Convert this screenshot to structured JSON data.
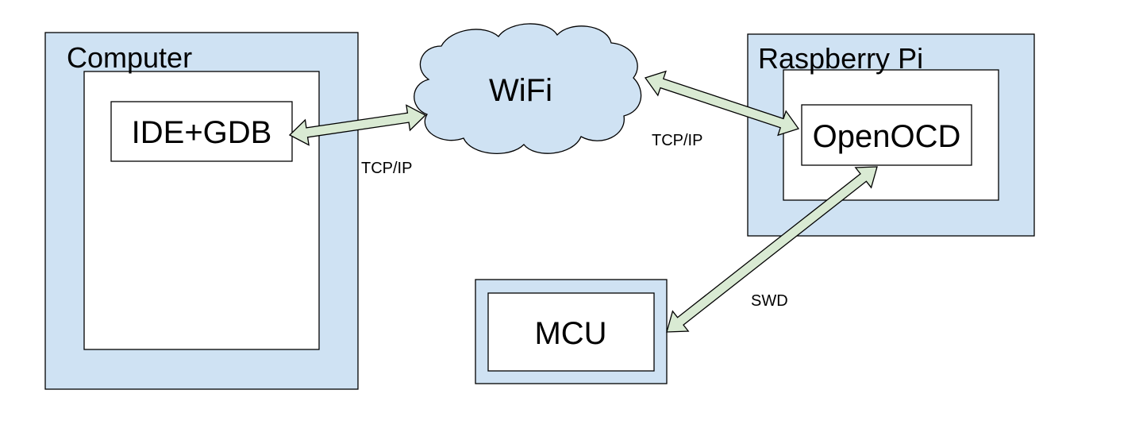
{
  "nodes": {
    "computer": {
      "label": "Computer"
    },
    "ide": {
      "label": "IDE+GDB"
    },
    "wifi": {
      "label": "WiFi"
    },
    "raspberry": {
      "label": "Raspberry Pi"
    },
    "openocd": {
      "label": "OpenOCD"
    },
    "mcu": {
      "label": "MCU"
    }
  },
  "edges": {
    "ide_wifi": {
      "label": "TCP/IP"
    },
    "wifi_openocd": {
      "label": "TCP/IP"
    },
    "openocd_mcu": {
      "label": "SWD"
    }
  },
  "colors": {
    "container_fill": "#cfe2f3",
    "arrow_fill": "#d9ead3",
    "cloud_fill": "#cfe2f3"
  }
}
